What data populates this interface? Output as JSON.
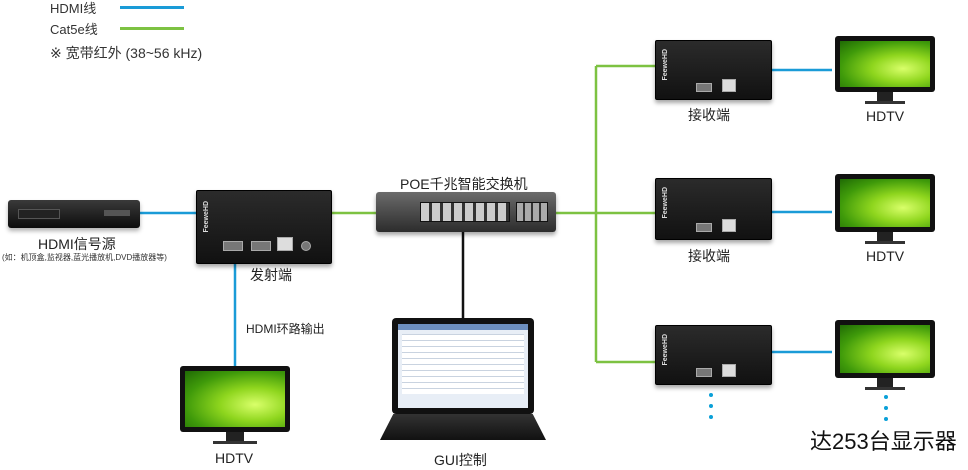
{
  "legend": {
    "hdmi_label": "HDMI线",
    "cat5e_label": "Cat5e线",
    "ir_label": "※ 宽带红外 (38~56 kHz)",
    "hdmi_color": "#1a9bd7",
    "cat5e_color": "#7dc242"
  },
  "source": {
    "title": "HDMI信号源",
    "subtitle": "(如：机顶盒,监视器,蓝光播放机,DVD播放器等)"
  },
  "transmitter": {
    "label": "发射端",
    "brand": "FeeweHD"
  },
  "loop_out": {
    "label": "HDMI环路输出"
  },
  "switch": {
    "label": "POE千兆智能交换机"
  },
  "laptop": {
    "label": "GUI控制"
  },
  "receivers": [
    {
      "label": "接收端",
      "brand": "FeeweHD"
    },
    {
      "label": "接收端",
      "brand": "FeeweHD"
    },
    {
      "label": "",
      "brand": "FeeweHD"
    }
  ],
  "tvs": [
    {
      "label": "HDTV"
    },
    {
      "label": "HDTV"
    },
    {
      "label": ""
    },
    {
      "label": "HDTV"
    }
  ],
  "footer": {
    "max_displays": "达253台显示器"
  }
}
